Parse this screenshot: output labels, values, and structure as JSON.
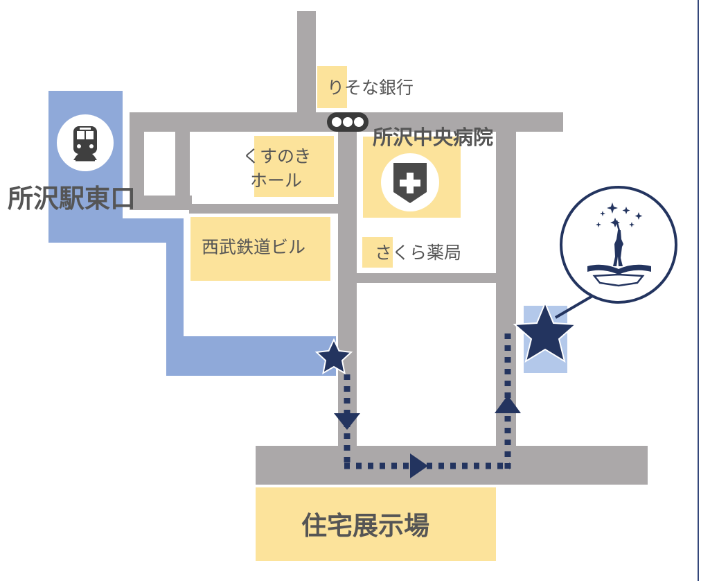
{
  "map": {
    "labels": {
      "station": "所沢駅東口",
      "bank": "りそな銀行",
      "hospital": "所沢中央病院",
      "hall_line1": "くすのき",
      "hall_line2": "ホール",
      "seibu": "西武鉄道ビル",
      "pharmacy": "さくら薬局",
      "destination": "住宅展示場"
    },
    "icons": {
      "station": "train-icon",
      "hospital": "hospital-cross-icon",
      "traffic_light": "traffic-light-icon",
      "start_marker": "star-icon",
      "goal_marker": "star-icon",
      "logo": "logo-figure-with-stars"
    },
    "colors": {
      "road": "#aba8a9",
      "building": "#fce39b",
      "walk_path": "#8fa9d9",
      "goal_highlight": "#b3c8ea",
      "route": "#23345f",
      "label_text": "#555555",
      "frame": "#34477a"
    }
  }
}
